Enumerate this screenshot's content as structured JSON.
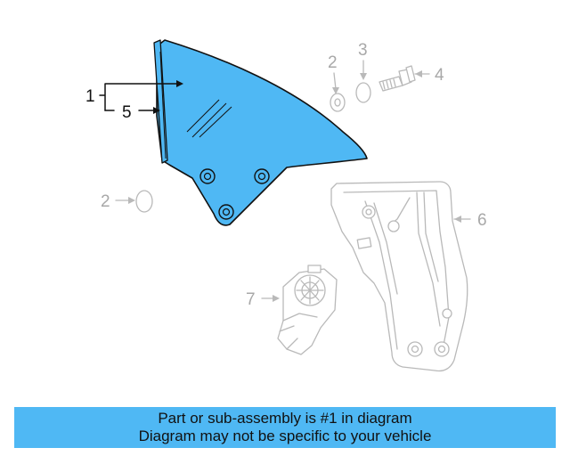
{
  "callouts": {
    "c1": "1",
    "c5": "5",
    "c2a": "2",
    "c3": "3",
    "c4": "4",
    "c2b": "2",
    "c6": "6",
    "c7": "7"
  },
  "banner": {
    "line1": "Part or sub-assembly is #1 in diagram",
    "line2": "Diagram may not be specific to your vehicle"
  },
  "colors": {
    "highlight_part": "#4fb8f4",
    "banner_bg": "#4fb8f4",
    "faded_parts": "#b9b9b9"
  }
}
